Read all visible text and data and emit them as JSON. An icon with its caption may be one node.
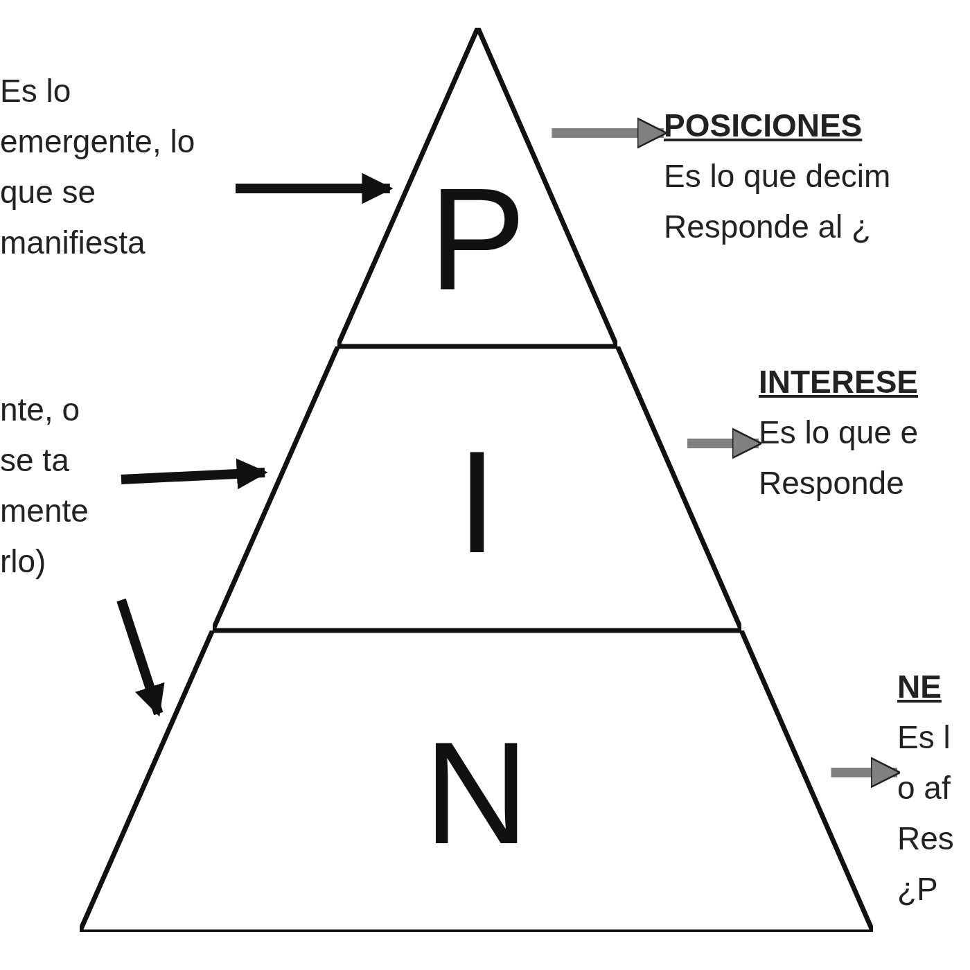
{
  "diagram": {
    "nodes": [
      {
        "text": [
          "P"
        ]
      },
      {
        "text": [
          "I"
        ]
      },
      {
        "text": [
          "N"
        ]
      },
      {
        "text": [
          "Es lo emergente, lo que se manifiesta"
        ]
      },
      {
        "text": [
          "nte, o se ta mente rlo)"
        ]
      },
      {
        "text": [
          "POSICIONES",
          "Es lo que decim Responde al ¿"
        ]
      },
      {
        "text": [
          "INTERESE",
          "Es lo que e Responde"
        ]
      },
      {
        "text": [
          "NE",
          "Es l o af Res ¿P"
        ]
      }
    ],
    "edges": [
      {
        "from": 3,
        "to": 0,
        "arrow": "to"
      },
      {
        "from": 4,
        "to": 1,
        "arrow": "to"
      },
      {
        "from": 4,
        "to": 2,
        "arrow": "to"
      },
      {
        "from": 0,
        "to": 5,
        "arrow": "to",
        "color": "#808080"
      },
      {
        "from": 1,
        "to": 6,
        "arrow": "to",
        "color": "#808080"
      },
      {
        "from": 2,
        "to": 7,
        "arrow": "to",
        "color": "#808080"
      }
    ]
  }
}
